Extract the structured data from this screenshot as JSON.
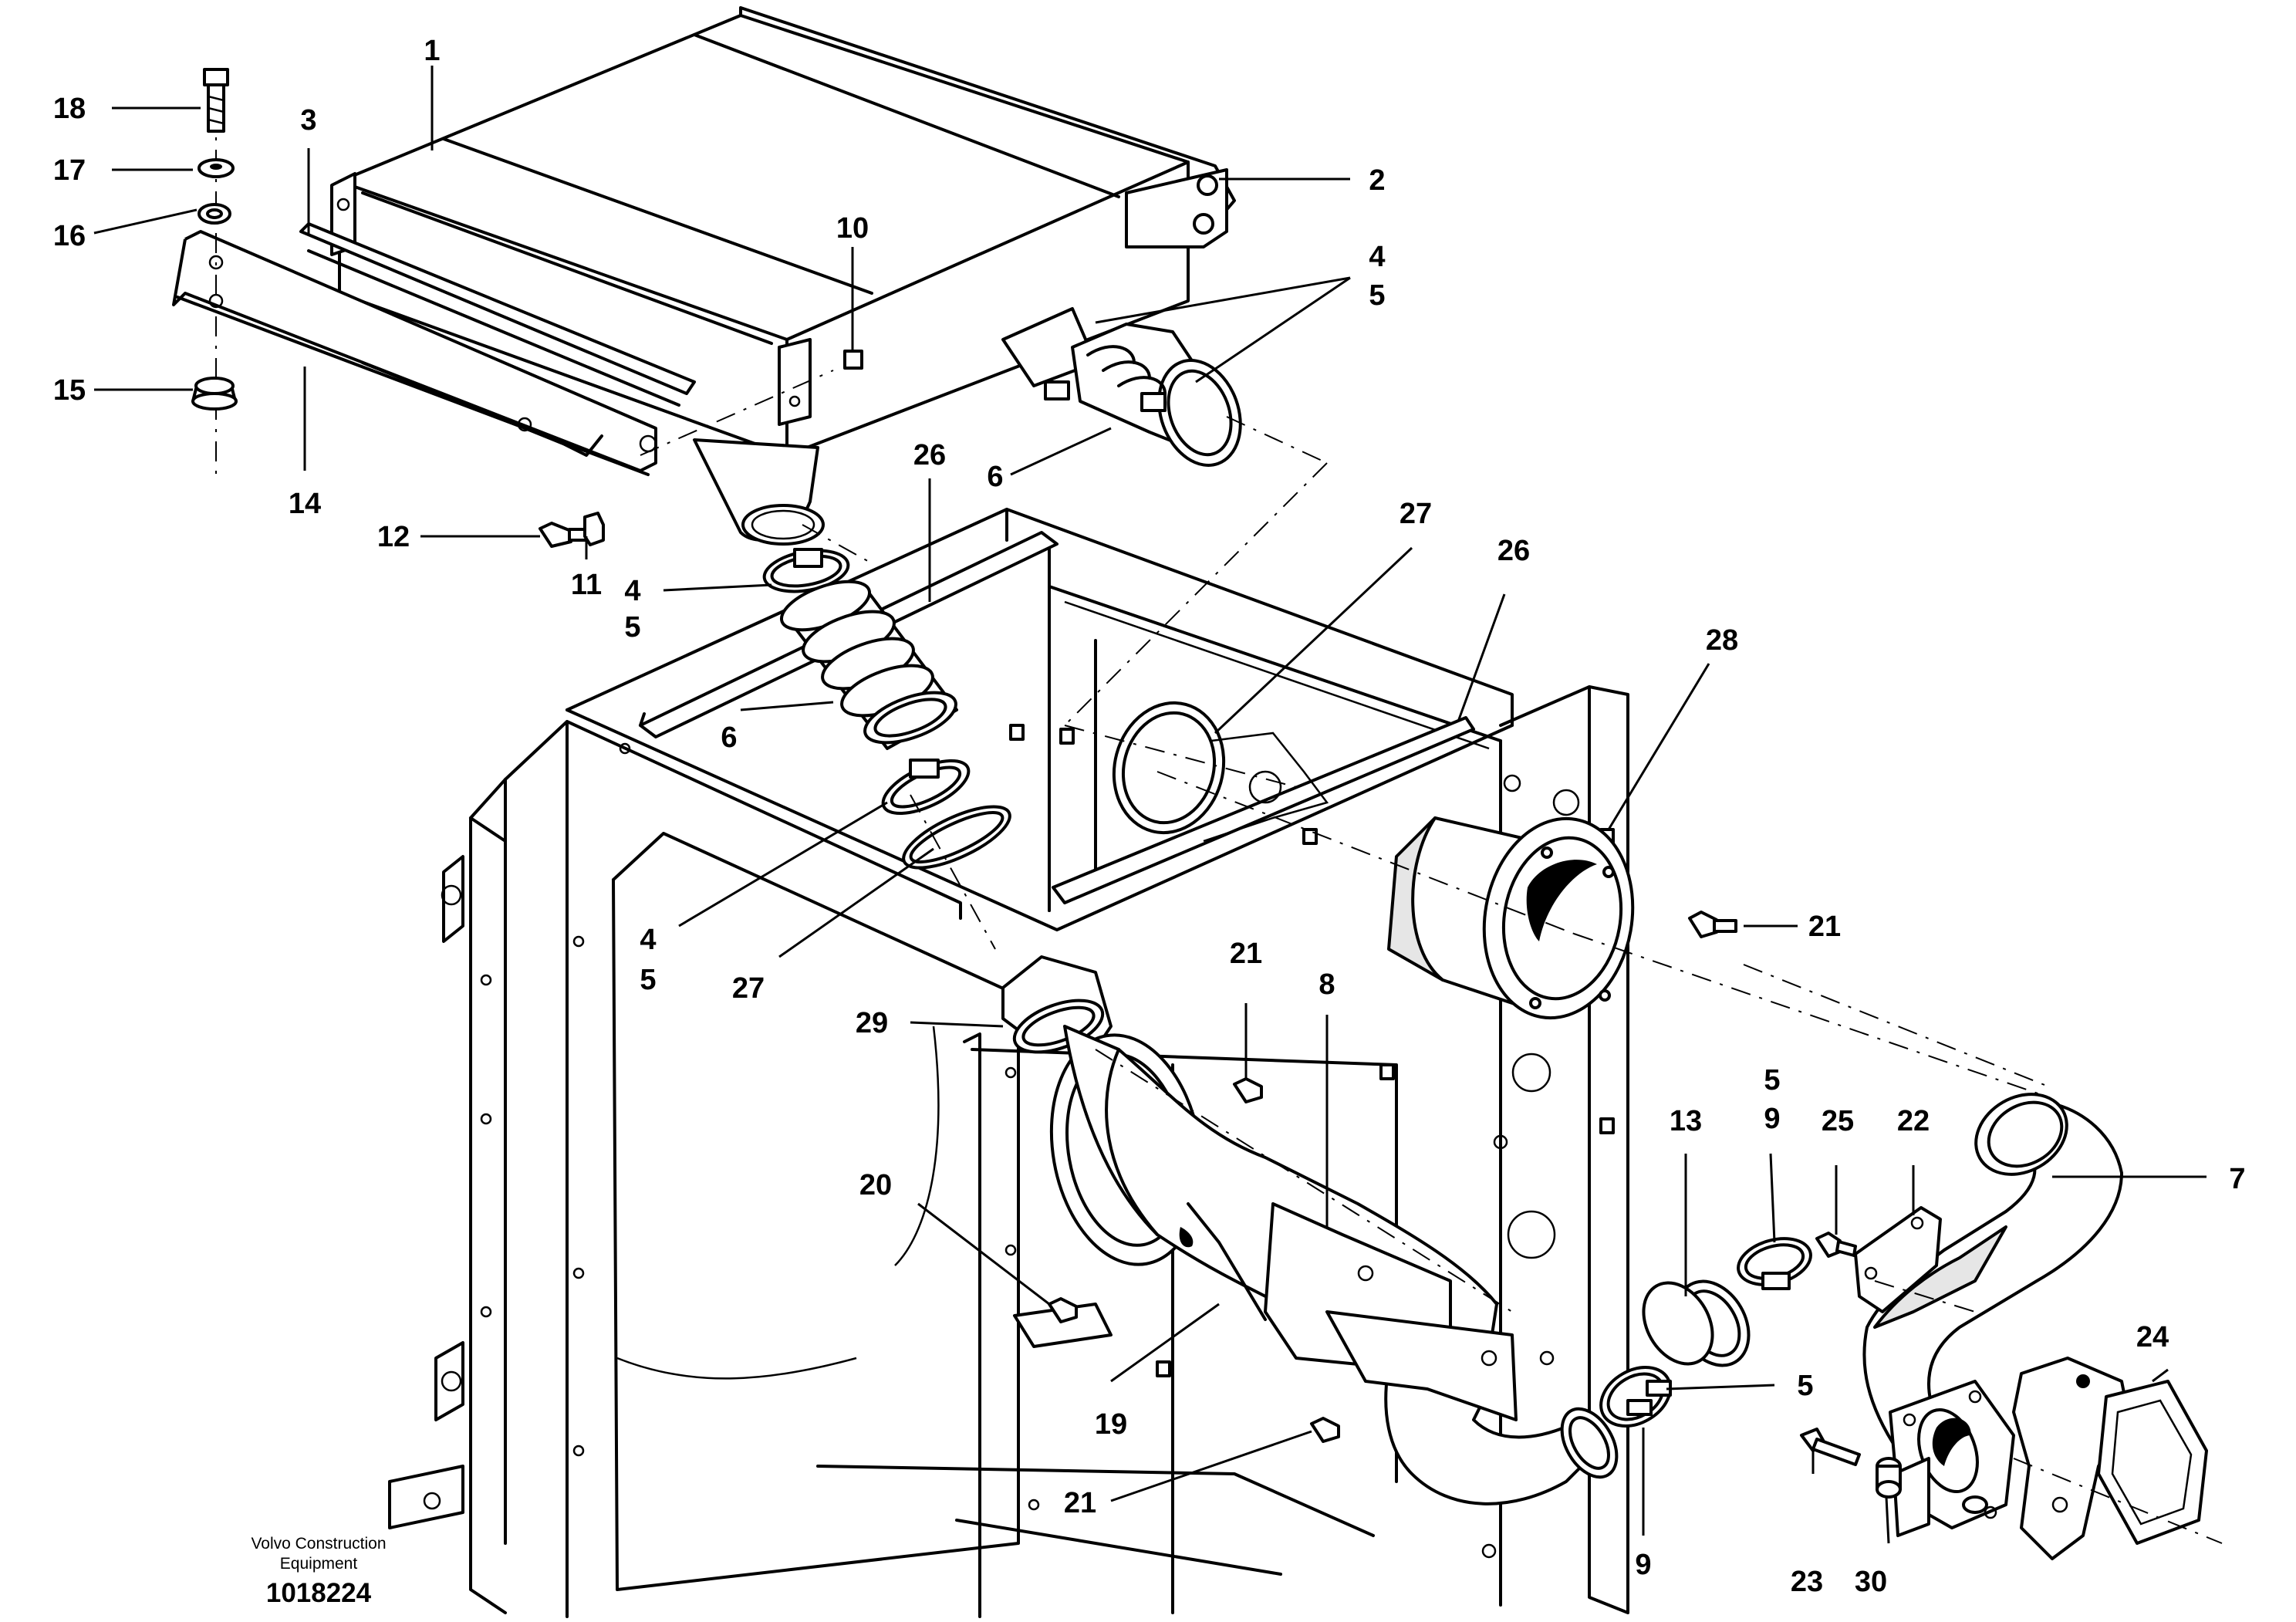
{
  "diagram": {
    "callouts": {
      "c1": "1",
      "c2": "2",
      "c3": "3",
      "c4a": "4",
      "c5a": "5",
      "c4b": "4",
      "c5b": "5",
      "c4c": "4",
      "c5c": "5",
      "c6a": "6",
      "c6b": "6",
      "c7": "7",
      "c8": "8",
      "c5d": "5",
      "c9a": "9",
      "c9b": "9",
      "c10": "10",
      "c11": "11",
      "c12": "12",
      "c13": "13",
      "c14": "14",
      "c15": "15",
      "c16": "16",
      "c17": "17",
      "c18": "18",
      "c19": "19",
      "c20": "20",
      "c21a": "21",
      "c21b": "21",
      "c21c": "21",
      "c22": "22",
      "c23": "23",
      "c24": "24",
      "c25": "25",
      "c26a": "26",
      "c26b": "26",
      "c27a": "27",
      "c27b": "27",
      "c28": "28",
      "c29": "29",
      "c30": "30",
      "c5e": "5"
    },
    "credit_line1": "Volvo Construction",
    "credit_line2": "Equipment",
    "document_number": "1018224"
  }
}
